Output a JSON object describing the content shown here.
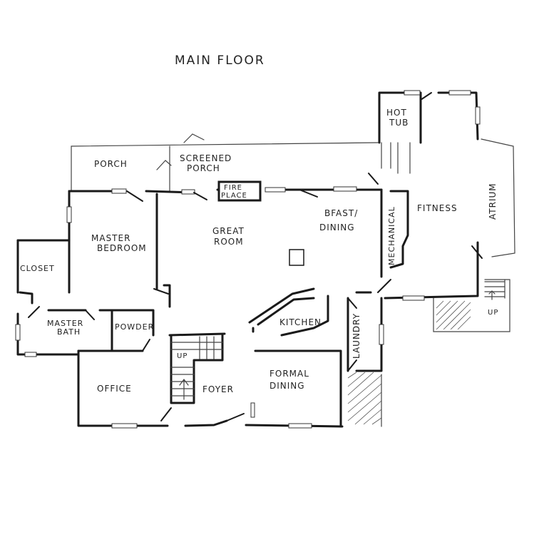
{
  "title": "MAIN FLOOR",
  "rooms": {
    "hot_tub": [
      "HOT",
      "TUB"
    ],
    "porch": "PORCH",
    "screened_porch": [
      "SCREENED",
      "PORCH"
    ],
    "fireplace": [
      "FIRE",
      "PLACE"
    ],
    "bfast_dining": [
      "BFAST/",
      "DINING"
    ],
    "mechanical": "MECHANICAL",
    "fitness": "FITNESS",
    "atrium": "ATRIUM",
    "master_bedroom": [
      "MASTER",
      "BEDROOM"
    ],
    "great_room": [
      "GREAT",
      "ROOM"
    ],
    "closet": "CLOSET",
    "master_bath": [
      "MASTER",
      "BATH"
    ],
    "powder": "POWDER",
    "kitchen": "KITCHEN",
    "laundry": "LAUNDRY",
    "office": "OFFICE",
    "foyer": "FOYER",
    "formal_dining": [
      "FORMAL",
      "DINING"
    ],
    "stair_up_main": "UP",
    "stair_up_east": "UP"
  }
}
